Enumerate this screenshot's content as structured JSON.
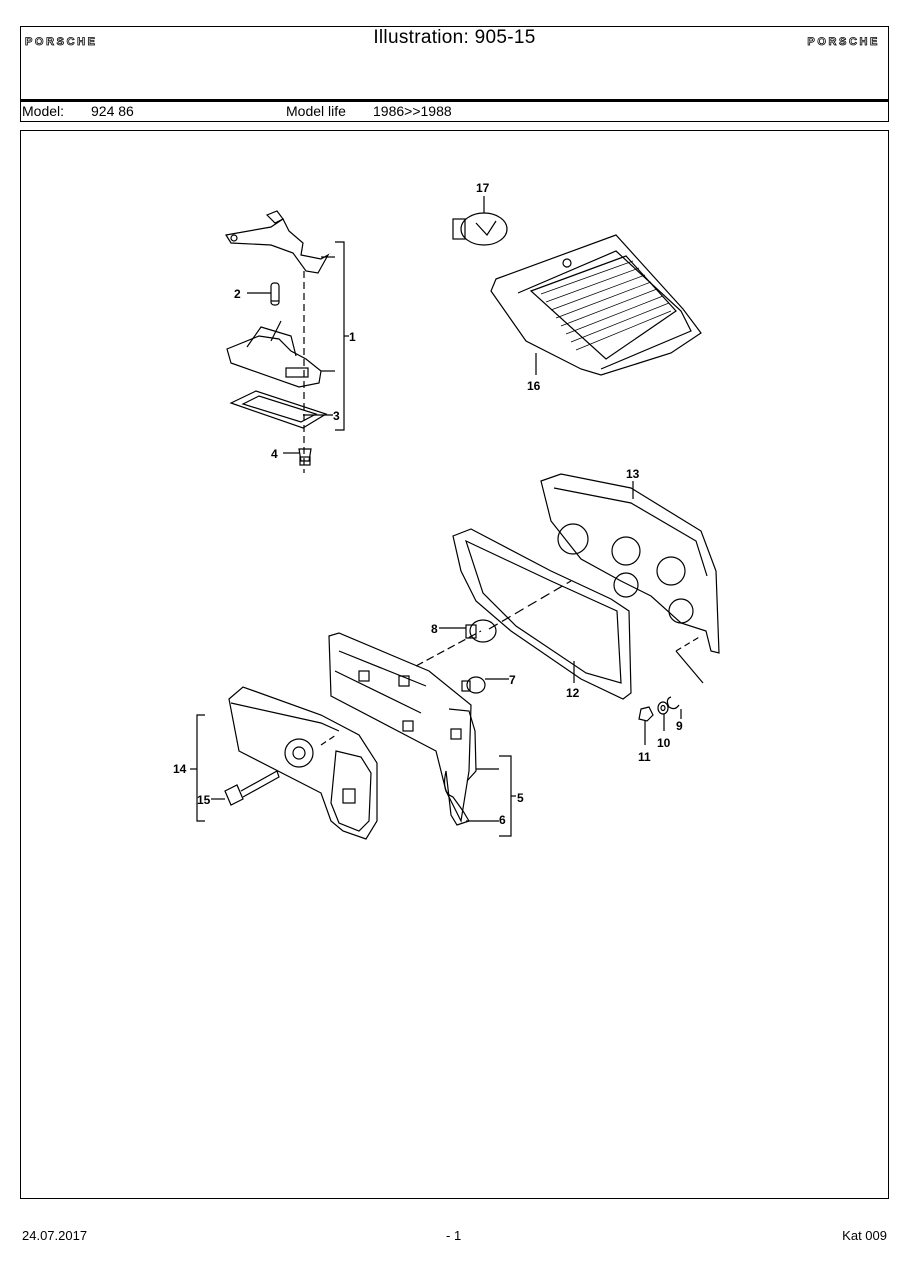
{
  "header": {
    "brand_left": "PORSCHE",
    "brand_right": "PORSCHE",
    "title": "Illustration: 905-15",
    "model_label": "Model:",
    "model_value": "924 86",
    "model_life_label": "Model life",
    "model_life_value": "1986>>1988"
  },
  "diagram": {
    "callouts": [
      "1",
      "2",
      "3",
      "4",
      "5",
      "6",
      "7",
      "8",
      "9",
      "10",
      "11",
      "12",
      "13",
      "14",
      "15",
      "16",
      "17"
    ]
  },
  "footer": {
    "date": "24.07.2017",
    "page": "- 1",
    "catalog": "Kat 009"
  }
}
